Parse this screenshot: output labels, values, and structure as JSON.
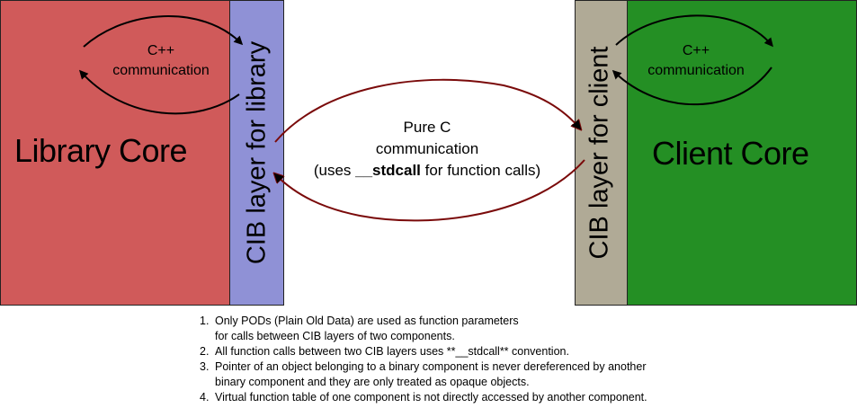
{
  "blocks": {
    "library_core": "Library Core",
    "cib_library": "CIB layer for library",
    "cib_client": "CIB layer for client",
    "client_core": "Client Core"
  },
  "colors": {
    "library_core": "#d05a5a",
    "cib_library": "#8f91d6",
    "cib_client": "#b0aa96",
    "client_core": "#248f24",
    "pure_c_arrow": "#7a0a0a"
  },
  "cpp_label_left": {
    "line1": "C++",
    "line2": "communication"
  },
  "cpp_label_right": {
    "line1": "C++",
    "line2": "communication"
  },
  "pure_c": {
    "line1": "Pure C",
    "line2": "communication",
    "line3_prefix": "(uses ",
    "line3_bold": "__stdcall",
    "line3_suffix": " for function calls)"
  },
  "notes": [
    {
      "num": "1.",
      "text": "Only PODs (Plain Old Data) are used as function parameters",
      "cont": "for calls between CIB layers of two components."
    },
    {
      "num": "2.",
      "text": "All function calls between two CIB layers uses **__stdcall** convention.",
      "cont": ""
    },
    {
      "num": "3.",
      "text": "Pointer of an object belonging to a binary component is never dereferenced by another",
      "cont": "binary component and they are only treated as opaque objects."
    },
    {
      "num": "4.",
      "text": "Virtual function table of one component is not directly accessed by another component.",
      "cont": ""
    }
  ]
}
